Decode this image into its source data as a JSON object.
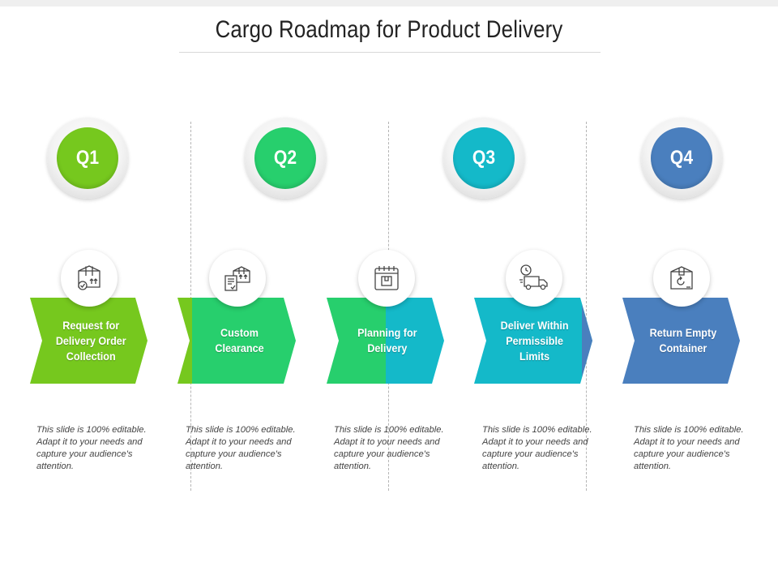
{
  "title": "Cargo Roadmap for Product Delivery",
  "quarters": [
    {
      "label": "Q1",
      "color": "#76c81e"
    },
    {
      "label": "Q2",
      "color": "#27cf6d"
    },
    {
      "label": "Q3",
      "color": "#14b9c9"
    },
    {
      "label": "Q4",
      "color": "#4a7fbe"
    }
  ],
  "steps": [
    {
      "label": "Request for\nDelivery Order\nCollection",
      "color": "#76c81e",
      "icon": "package-check-icon",
      "description": "This slide is 100% editable. Adapt it to your needs and capture your audience's attention."
    },
    {
      "label": "Custom\nClearance",
      "color": "#27cf6d",
      "icon": "document-package-icon",
      "description": "This slide is 100% editable. Adapt it to your needs and capture your audience's attention."
    },
    {
      "label": "Planning for\nDelivery",
      "color": "#27cf6d",
      "color2": "#14b9c9",
      "icon": "calendar-box-icon",
      "description": "This slide is 100% editable. Adapt it to your needs and capture your audience's attention."
    },
    {
      "label": "Deliver Within\nPermissible\nLimits",
      "color": "#14b9c9",
      "icon": "delivery-truck-clock-icon",
      "description": "This slide is 100% editable. Adapt it to your needs and capture your audience's attention."
    },
    {
      "label": "Return Empty\nContainer",
      "color": "#4a7fbe",
      "icon": "box-return-icon",
      "description": "This slide is 100% editable. Adapt it to your needs and capture your audience's attention."
    }
  ]
}
